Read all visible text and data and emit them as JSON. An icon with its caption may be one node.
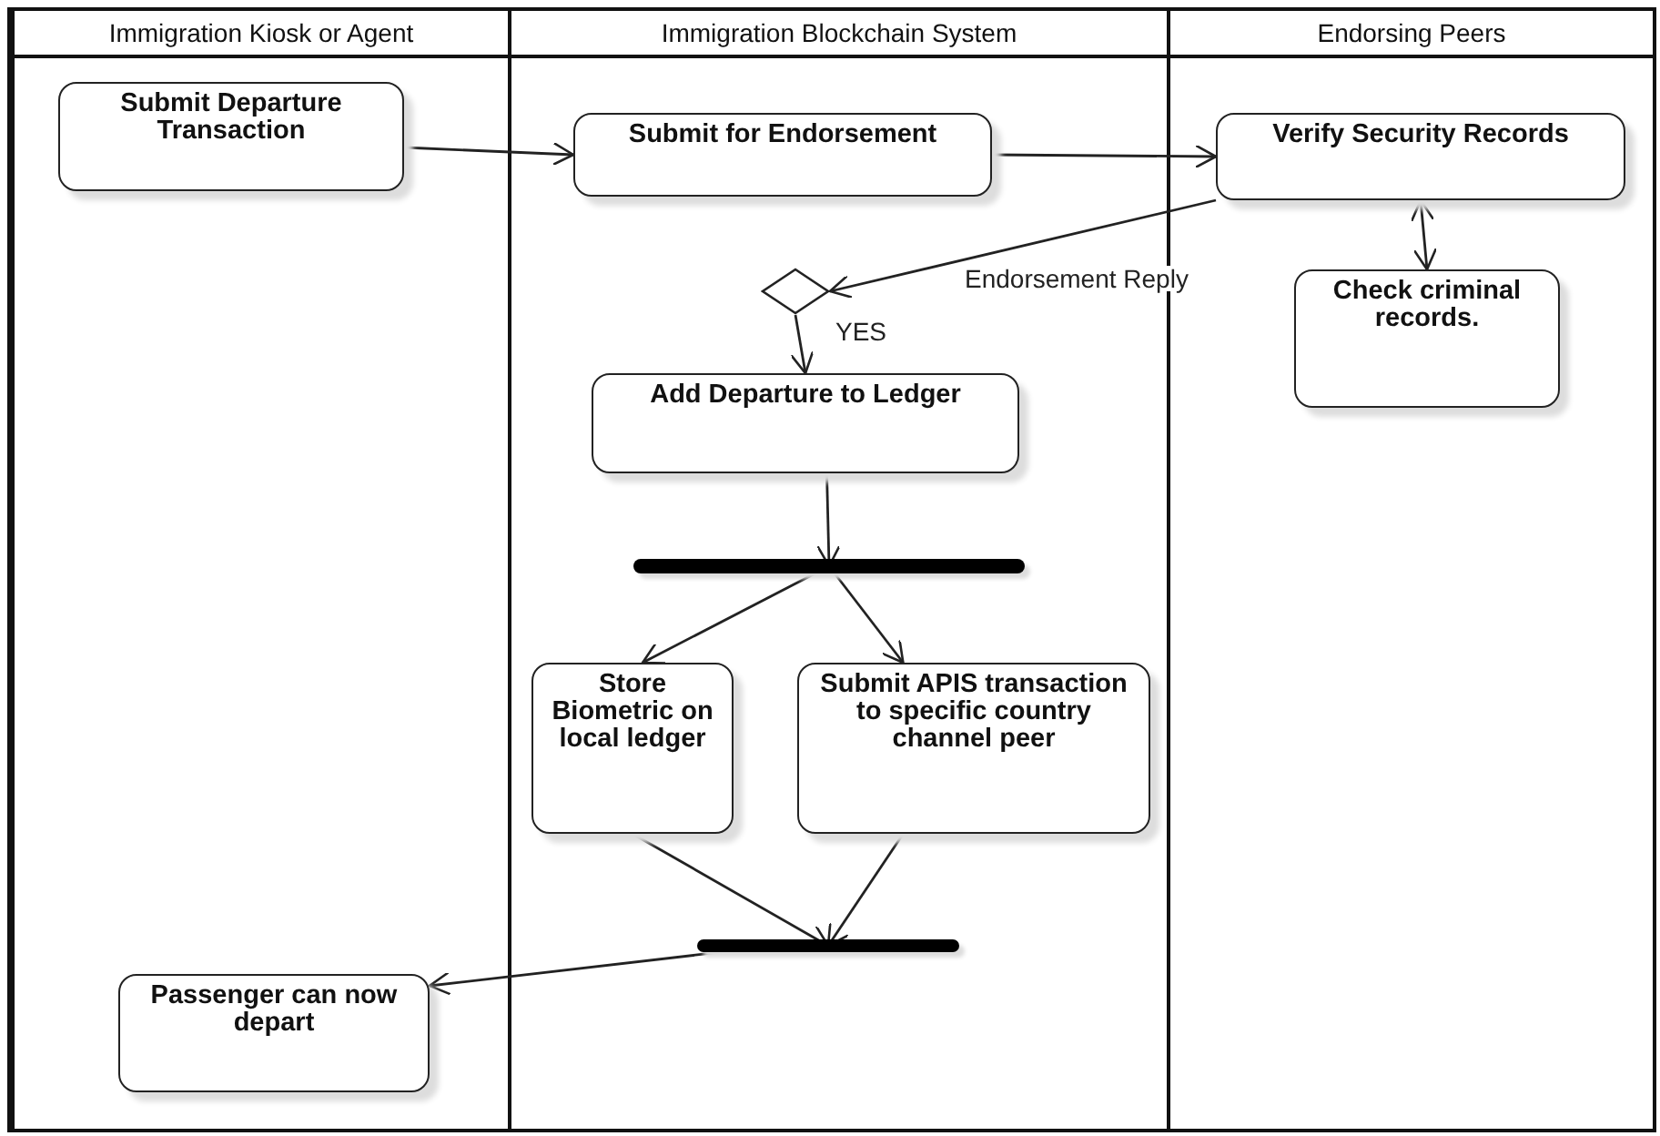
{
  "diagram": {
    "nodes": [
      {
        "text": [
          "Immigration Kiosk or Agent"
        ]
      },
      {
        "text": [
          "Immigration Blockchain System"
        ]
      },
      {
        "text": [
          "Endorsing Peers"
        ]
      },
      {
        "text": [
          "Submit Departure Transaction"
        ],
        "in": 0
      },
      {
        "text": [
          "Submit for Endorsement"
        ],
        "in": 1
      },
      {
        "text": [
          "Verify Security Records"
        ],
        "in": 2
      },
      {
        "text": [
          "Check criminal records."
        ],
        "in": 2
      },
      {
        "text": [],
        "shape": "diamond",
        "in": 1
      },
      {
        "text": [
          "Add Departure to Ledger"
        ],
        "in": 1
      },
      {
        "text": [],
        "shape": "bar",
        "in": 1
      },
      {
        "text": [
          "Store Biometric on local ledger"
        ],
        "in": 1
      },
      {
        "text": [
          "Submit APIS transaction to specific country channel peer"
        ],
        "in": 1
      },
      {
        "text": [],
        "shape": "bar",
        "in": 1
      },
      {
        "text": [
          "Passenger can now depart"
        ],
        "in": 0
      }
    ],
    "edges": [
      {
        "from": 3,
        "to": 4,
        "arrow": "to"
      },
      {
        "from": 4,
        "to": 5,
        "arrow": "to"
      },
      {
        "from": 5,
        "to": 7,
        "arrow": "to",
        "label": "Endorsement Reply"
      },
      {
        "from": 5,
        "to": 6,
        "arrow": "both"
      },
      {
        "from": 7,
        "to": 8,
        "arrow": "to",
        "label": "YES"
      },
      {
        "from": 8,
        "to": 9,
        "arrow": "to"
      },
      {
        "from": 9,
        "to": 10,
        "arrow": "to"
      },
      {
        "from": 9,
        "to": 11,
        "arrow": "to"
      },
      {
        "from": 10,
        "to": 12,
        "arrow": "to"
      },
      {
        "from": 11,
        "to": 12,
        "arrow": "to"
      },
      {
        "from": 12,
        "to": 13,
        "arrow": "to"
      }
    ]
  }
}
